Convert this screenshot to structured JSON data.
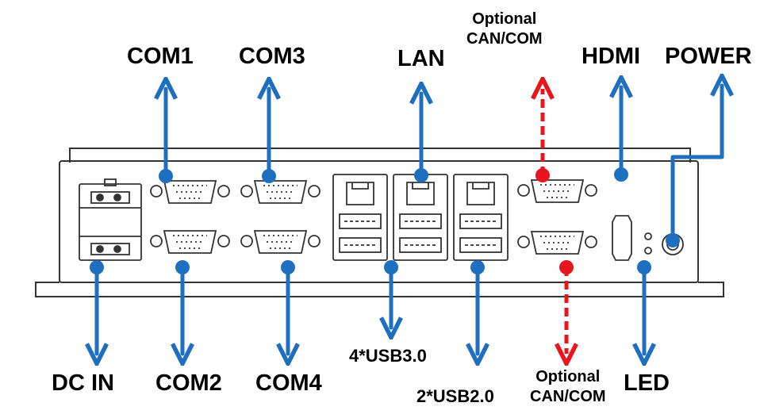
{
  "colors": {
    "arrow": "#1f6fc0",
    "optional": "#e8161c",
    "device": "#333333",
    "background": "#ffffff"
  },
  "labels": {
    "com1": "COM1",
    "com3": "COM3",
    "lan": "LAN",
    "optional_top_line1": "Optional",
    "optional_top_line2": "CAN/COM",
    "hdmi": "HDMI",
    "power": "POWER",
    "dc_in": "DC IN",
    "com2": "COM2",
    "com4": "COM4",
    "usb3": "4*USB3.0",
    "usb2": "2*USB2.0",
    "optional_bottom_line1": "Optional",
    "optional_bottom_line2": "CAN/COM",
    "led": "LED"
  }
}
